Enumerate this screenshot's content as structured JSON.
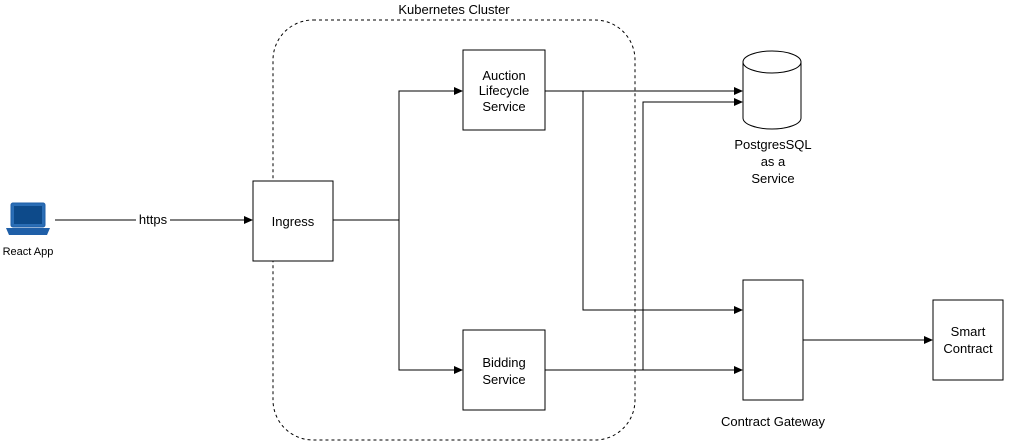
{
  "cluster": {
    "title": "Kubernetes Cluster"
  },
  "client": {
    "label": "React App",
    "icon": "laptop-icon"
  },
  "edges": {
    "https": "https"
  },
  "nodes": {
    "ingress": "Ingress",
    "auction": [
      "Auction",
      "Lifecycle",
      "Service"
    ],
    "bidding": [
      "Bidding",
      "Service"
    ],
    "postgres": [
      "PostgresSQL",
      "as a",
      "Service"
    ],
    "gateway": "Contract Gateway",
    "contract": [
      "Smart",
      "Contract"
    ]
  },
  "colors": {
    "stroke": "#000000",
    "laptop": "#1f5fa8",
    "background": "#ffffff"
  }
}
